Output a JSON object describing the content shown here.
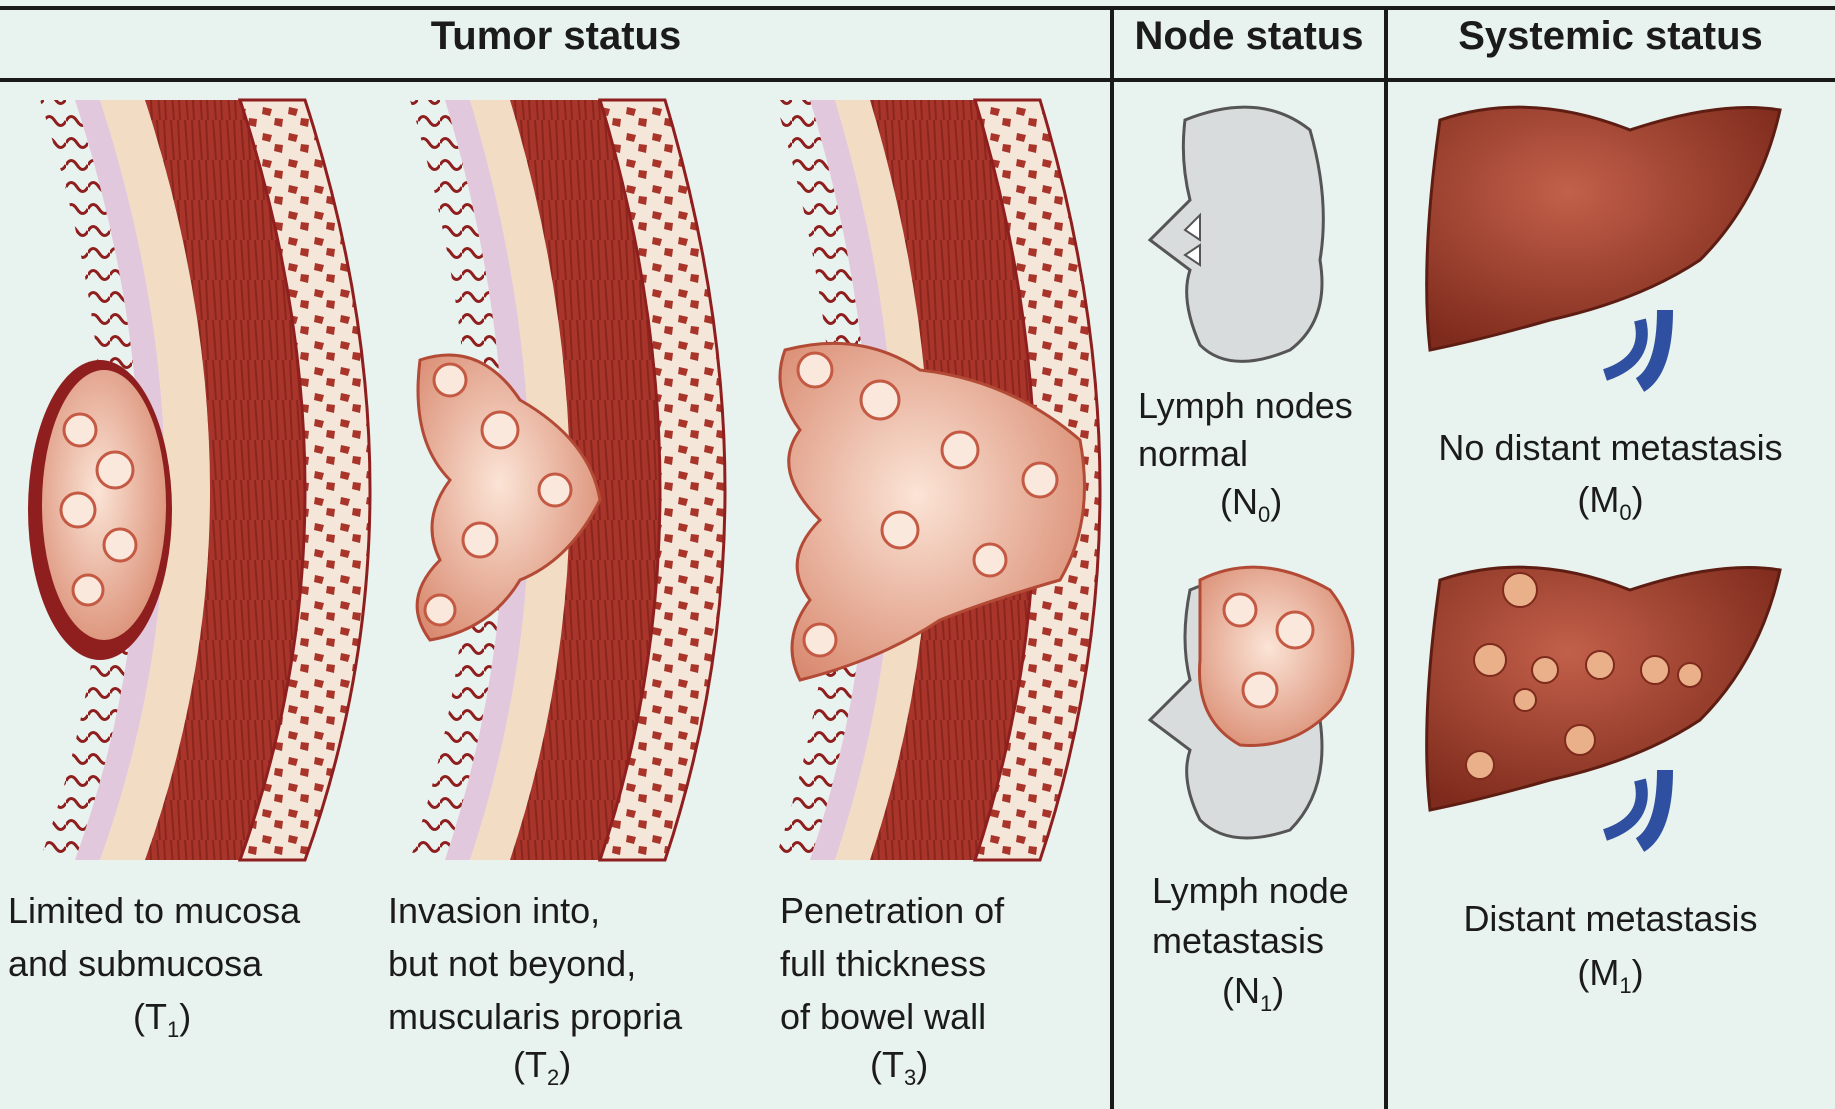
{
  "headers": {
    "tumor": "Tumor status",
    "node": "Node status",
    "systemic": "Systemic status"
  },
  "tumor": [
    {
      "lines": [
        "Limited to mucosa",
        "and submucosa"
      ],
      "stage": "T",
      "sub": "1"
    },
    {
      "lines": [
        "Invasion into,",
        "but not beyond,",
        "muscularis propria"
      ],
      "stage": "T",
      "sub": "2"
    },
    {
      "lines": [
        "Penetration of",
        "full thickness",
        "of bowel wall"
      ],
      "stage": "T",
      "sub": "3"
    }
  ],
  "node": [
    {
      "lines": [
        "Lymph nodes",
        "normal"
      ],
      "stage": "N",
      "sub": "0"
    },
    {
      "lines": [
        "Lymph node",
        "metastasis"
      ],
      "stage": "N",
      "sub": "1"
    }
  ],
  "systemic": [
    {
      "lines": [
        "No distant metastasis"
      ],
      "stage": "M",
      "sub": "0"
    },
    {
      "lines": [
        "Distant metastasis"
      ],
      "stage": "M",
      "sub": "1"
    }
  ],
  "colors": {
    "background": "#e8f2ee",
    "muscle": "#a8342a",
    "tumor": "#f0c6b0",
    "liver": "#9b3d2a",
    "vessel": "#2f4fa0",
    "node": "#d9dcdc"
  }
}
